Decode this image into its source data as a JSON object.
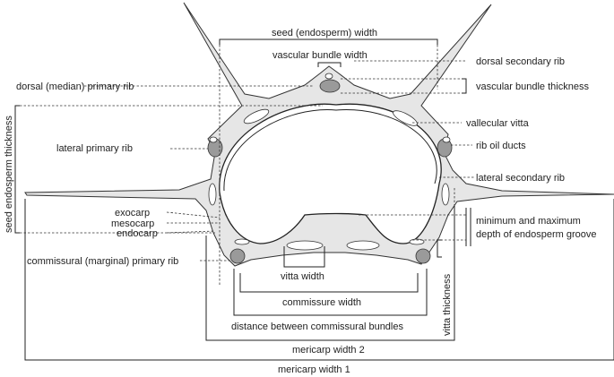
{
  "labels": {
    "seed_width": "seed (endosperm) width",
    "vascular_bundle_width": "vascular bundle width",
    "dorsal_secondary_rib": "dorsal secondary rib",
    "dorsal_primary_rib": "dorsal (median) primary rib",
    "vascular_bundle_thickness": "vascular bundle thickness",
    "vallecular_vitta": "vallecular vitta",
    "lateral_primary_rib": "lateral primary rib",
    "rib_oil_ducts": "rib oil ducts",
    "lateral_secondary_rib": "lateral secondary rib",
    "seed_endosperm_thickness": "seed endosperm thickness",
    "exocarp": "exocarp",
    "mesocarp": "mesocarp",
    "endocarp": "endocarp",
    "groove_depth_line1": "minimum and maximum",
    "groove_depth_line2": "depth of endosperm groove",
    "commissural_primary_rib": "commissural (marginal) primary rib",
    "vitta_width": "vitta width",
    "vitta_thickness": "vitta thickness",
    "commissure_width": "commissure width",
    "distance_commissural_bundles": "distance between commissural bundles",
    "mericarp_width_2": "mericarp width 2",
    "mericarp_width_1": "mericarp width 1"
  },
  "colors": {
    "pericarp_fill": "#e6e6e6",
    "bundle_fill": "#9a9a9a",
    "outline": "#333333"
  }
}
